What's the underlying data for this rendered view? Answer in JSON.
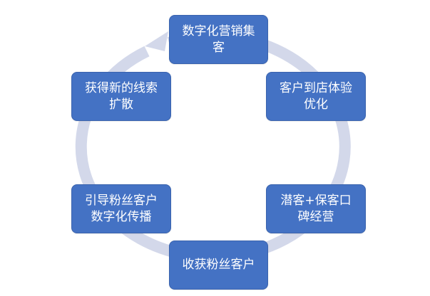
{
  "diagram": {
    "ring_color": "#d3d8ea",
    "node_color": "#4472c4",
    "node_text_color": "#ffffff",
    "nodes": [
      {
        "label": "数字化营销集\n客"
      },
      {
        "label": "客户到店体验\n优化"
      },
      {
        "label": "潜客+保客口\n碑经营"
      },
      {
        "label": "收获粉丝客户"
      },
      {
        "label": "引导粉丝客户\n数字化传播"
      },
      {
        "label": "获得新的线索\n扩散"
      }
    ]
  }
}
